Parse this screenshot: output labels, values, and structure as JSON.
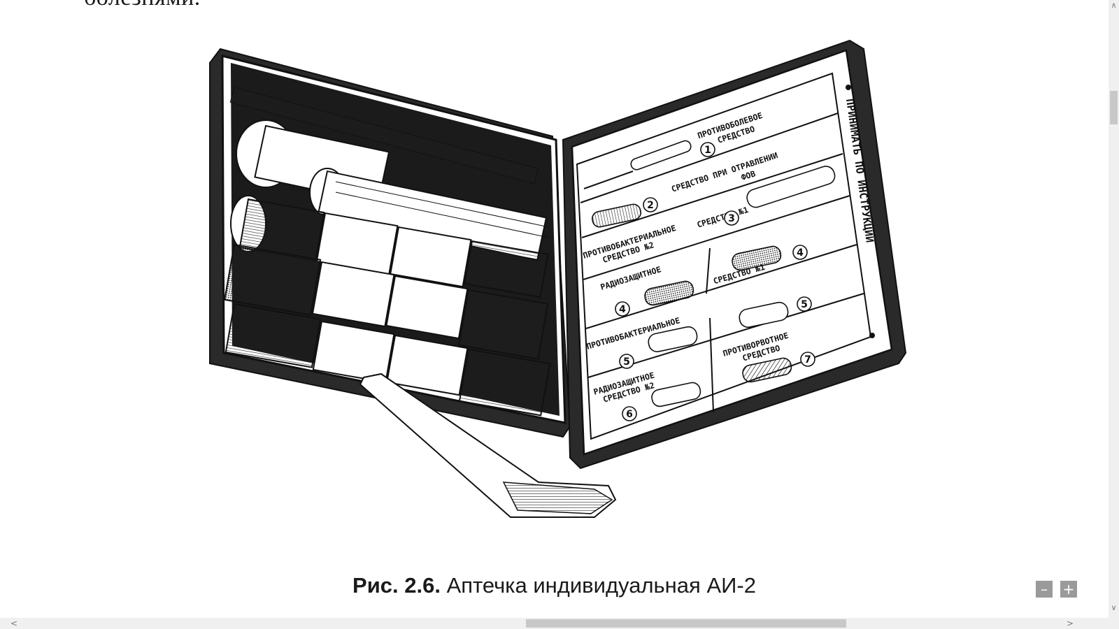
{
  "document": {
    "top_text": "болезнями.",
    "caption_label": "Рис. 2.6.",
    "caption_text": " Аптечка индивидуальная АИ-2"
  },
  "figure": {
    "side_title": "ПРИНИМАТЬ ПО ИНСТРУКЦИИ",
    "labels": {
      "item1": "ПРОТИВОБОЛЕВОЕ",
      "item1b": "СРЕДСТВО",
      "item2": "СРЕДСТВО ПРИ ОТРАВЛЕНИИ",
      "item2b": "ФОВ",
      "item3": "ПРОТИВОБАКТЕРИАЛЬНОЕ",
      "item3b": "СРЕДСТВО №2",
      "item4": "РАДИОЗАЩИТНОЕ",
      "item4b": "СРЕДСТВО №1",
      "item5": "ПРОТИВОБАКТЕРИАЛЬНОЕ",
      "item5b": "СРЕДСТВО №1",
      "item6": "РАДИОЗАЩИТНОЕ",
      "item6b": "СРЕДСТВО №2",
      "item7": "ПРОТИВОРВОТНОЕ",
      "item7b": "СРЕДСТВО"
    },
    "numbers": [
      "1",
      "2",
      "3",
      "4",
      "4",
      "5",
      "5",
      "6",
      "7"
    ]
  },
  "controls": {
    "zoom_out": "–",
    "zoom_in": "+",
    "scroll_up": "∧",
    "scroll_down": "∨",
    "scroll_left": "<",
    "scroll_right": ">"
  }
}
